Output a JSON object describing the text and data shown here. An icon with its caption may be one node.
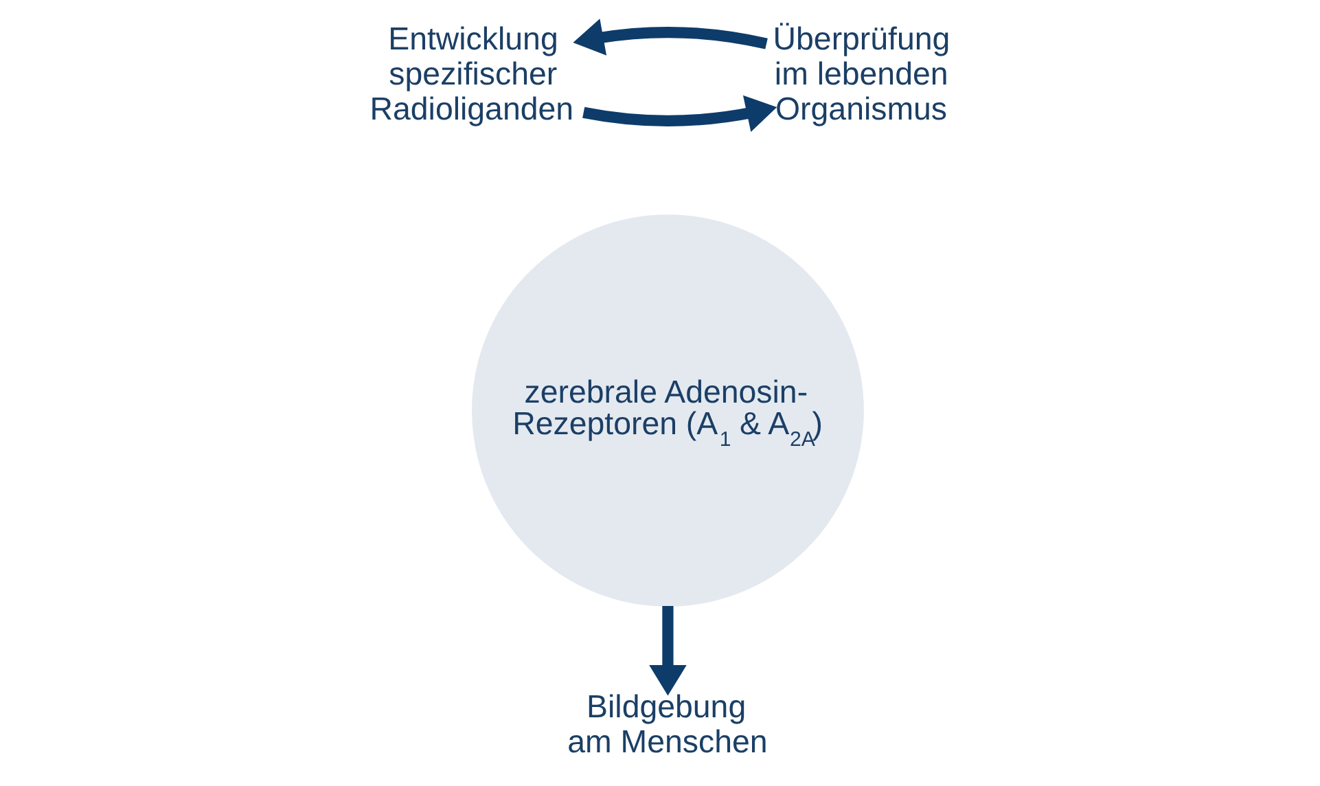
{
  "diagram": {
    "nodes": [
      {
        "text": [
          "zerebrale Adenosin-Rezeptoren (A$_{1}$ & A$_{2A}$)"
        ]
      },
      {
        "text": [
          "Entwicklung spezifischer Radioliganden"
        ]
      },
      {
        "text": [
          "Überprüfung im lebenden Organismus"
        ]
      },
      {
        "text": [
          "Bildgebung am Menschen"
        ]
      }
    ],
    "edges": [
      {
        "from": 1,
        "to": 2,
        "arrow": "to"
      },
      {
        "from": 2,
        "to": 1,
        "arrow": "to"
      },
      {
        "from": 0,
        "to": 3,
        "arrow": "to"
      }
    ]
  }
}
